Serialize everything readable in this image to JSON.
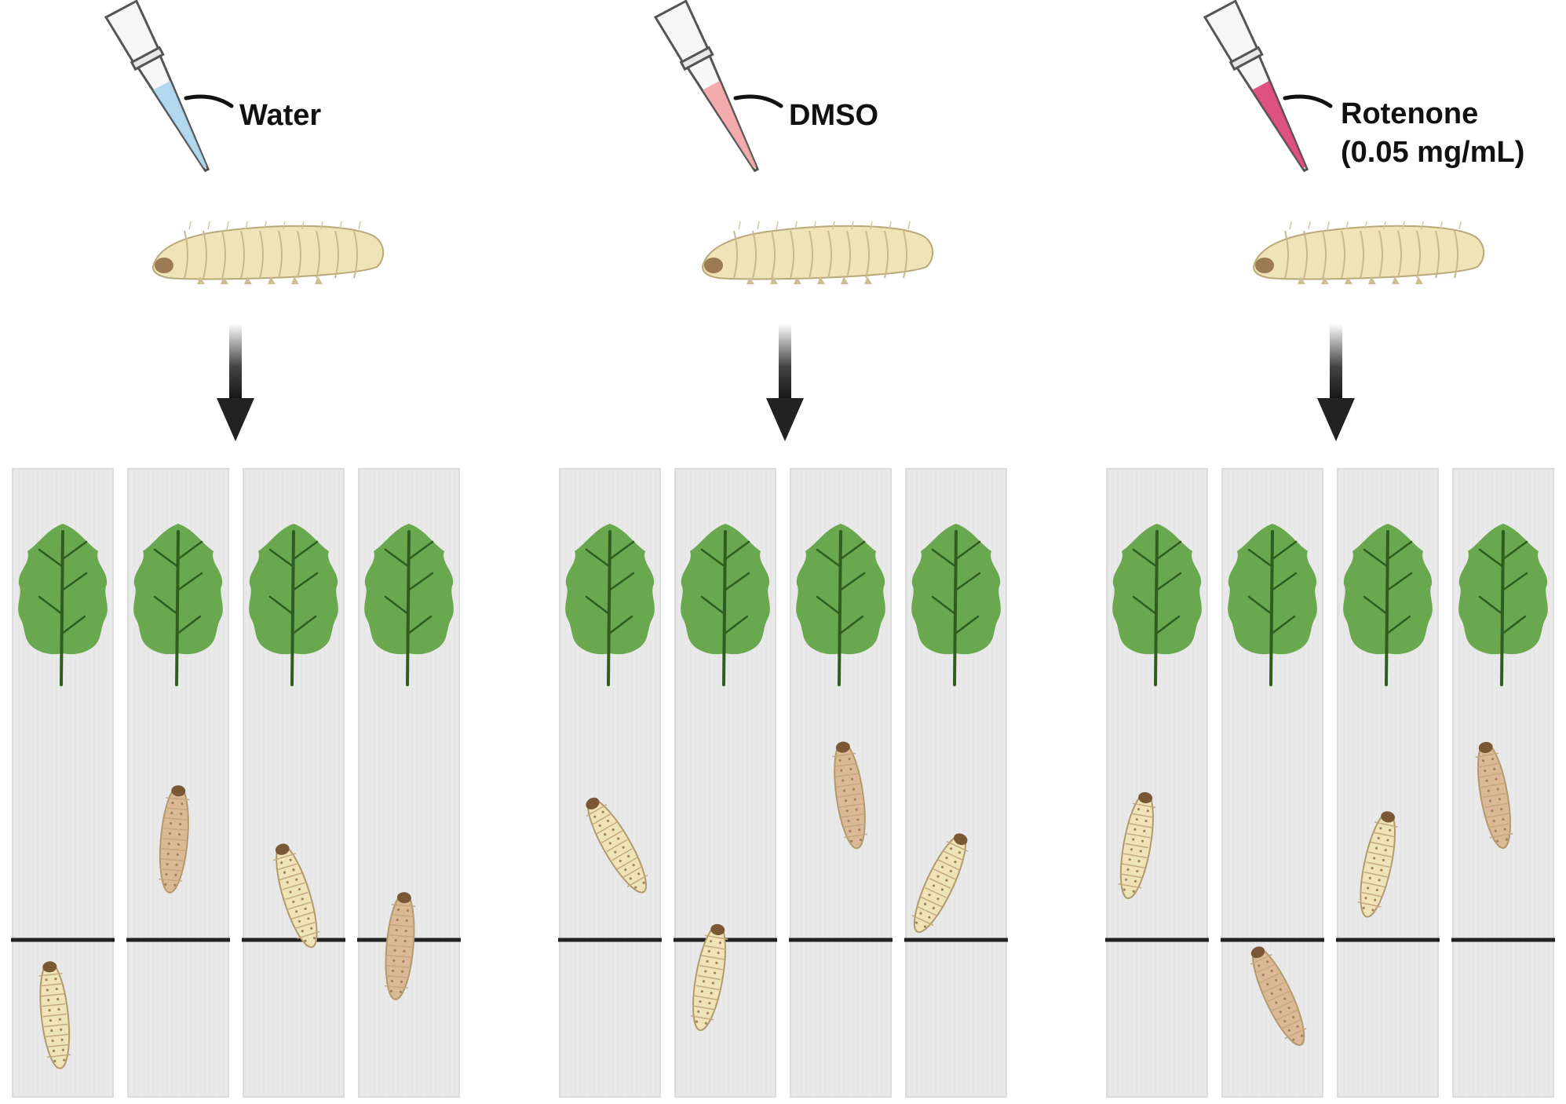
{
  "groups": [
    {
      "id": "water",
      "label_lines": [
        "Water"
      ],
      "liquid_color": "#a9d4ea",
      "lanes": [
        {
          "larva_x": 0.42,
          "larva_y": 0.87,
          "angle": -6,
          "shade": "cream"
        },
        {
          "larva_x": 0.46,
          "larva_y": 0.59,
          "angle": 5,
          "shade": "tan"
        },
        {
          "larva_x": 0.53,
          "larva_y": 0.68,
          "angle": -17,
          "shade": "cream"
        },
        {
          "larva_x": 0.41,
          "larva_y": 0.76,
          "angle": 5,
          "shade": "tan"
        }
      ]
    },
    {
      "id": "dmso",
      "label_lines": [
        "DMSO"
      ],
      "liquid_color": "#f2a3a3",
      "lanes": [
        {
          "larva_x": 0.57,
          "larva_y": 0.6,
          "angle": -30,
          "shade": "cream"
        },
        {
          "larva_x": 0.34,
          "larva_y": 0.81,
          "angle": 10,
          "shade": "cream"
        },
        {
          "larva_x": 0.59,
          "larva_y": 0.52,
          "angle": -8,
          "shade": "tan"
        },
        {
          "larva_x": 0.34,
          "larva_y": 0.66,
          "angle": 25,
          "shade": "cream"
        }
      ]
    },
    {
      "id": "rotenone",
      "label_lines": [
        "Rotenone",
        "(0.05 mg/mL)"
      ],
      "liquid_color": "#d93f73",
      "lanes": [
        {
          "larva_x": 0.3,
          "larva_y": 0.6,
          "angle": 10,
          "shade": "cream"
        },
        {
          "larva_x": 0.56,
          "larva_y": 0.84,
          "angle": -25,
          "shade": "tan"
        },
        {
          "larva_x": 0.4,
          "larva_y": 0.63,
          "angle": 12,
          "shade": "cream"
        },
        {
          "larva_x": 0.41,
          "larva_y": 0.52,
          "angle": -10,
          "shade": "tan"
        }
      ]
    }
  ],
  "colors": {
    "lane_fill": "#eaeaea",
    "lane_edge": "#dcdcdc",
    "leaf_fill": "#6aa84f",
    "leaf_vein": "#2f5d1f",
    "larva_cream": "#eee4b8",
    "larva_tan": "#dbb896",
    "arrow": "#222222",
    "finish_line": "#222222"
  },
  "icons": {
    "pipette": "pipette-tip-icon",
    "larva": "waxworm-larva-icon",
    "leaf": "leaf-icon",
    "arrow": "down-arrow-icon"
  }
}
